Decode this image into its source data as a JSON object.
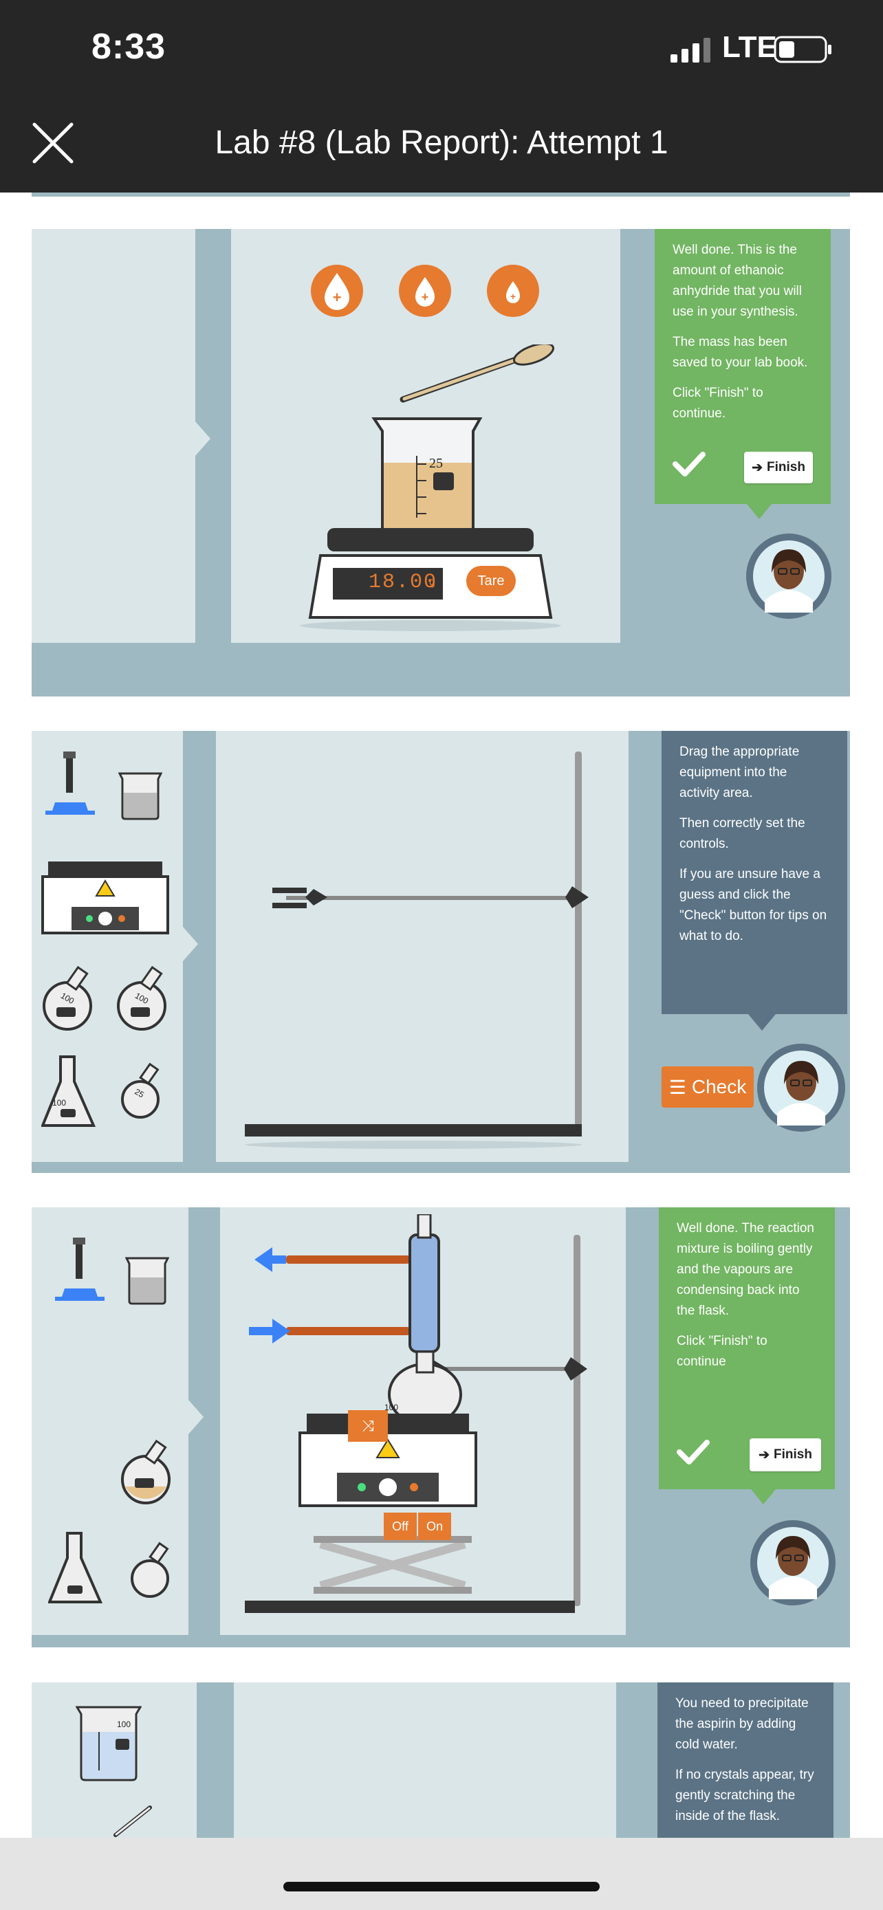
{
  "status_bar": {
    "time": "8:33",
    "network": "LTE"
  },
  "header": {
    "title": "Lab #8 (Lab Report): Attempt 1"
  },
  "panel1": {
    "scale_reading": "18.00",
    "scale_unit": "g",
    "tare_label": "Tare",
    "beaker_label": "25",
    "tip_lines": [
      "Well done. This is the amount of ethanoic anhydride that you will use in your synthesis.",
      "The mass has been saved to your lab book.",
      "Click \"Finish\" to continue."
    ],
    "finish_label": "Finish"
  },
  "panel2": {
    "tip_lines": [
      "Drag the appropriate equipment into the activity area.",
      "Then correctly set the controls.",
      "If you are unsure have a guess and click the \"Check\" button for tips on what to do."
    ],
    "check_label": "Check",
    "flask_labels": [
      "100",
      "100",
      "100",
      "25"
    ]
  },
  "panel3": {
    "tip_lines": [
      "Well done. The reaction mixture is boiling gently and the vapours are condensing back into the flask.",
      "Click \"Finish\" to continue"
    ],
    "finish_label": "Finish",
    "off_label": "Off",
    "on_label": "On",
    "flask_label": "100"
  },
  "panel4": {
    "tip_lines": [
      "You need to precipitate the aspirin by adding cold water.",
      "If no crystals appear, try gently scratching the inside of the flask."
    ],
    "beaker_label": "100"
  },
  "colors": {
    "accent": "#e67a2e",
    "green_tip": "#72b562",
    "slate_tip": "#5b7385",
    "panel_bg": "#9eb9c1",
    "area_bg": "#dbe6e8"
  }
}
